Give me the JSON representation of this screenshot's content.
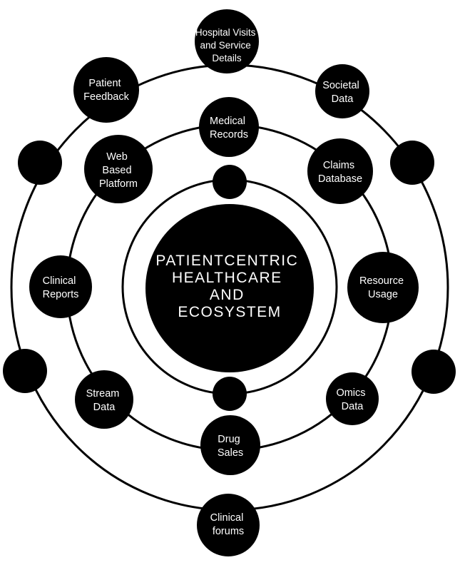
{
  "colors": {
    "node_fill": "#000000",
    "ring_stroke": "#000000",
    "label_text": "#ffffff",
    "background": "#ffffff"
  },
  "center": {
    "lines": [
      "PATIENTCENTRIC",
      "HEALTHCARE",
      "AND",
      "ECOSYSTEM"
    ]
  },
  "outer_ring": {
    "hospital_visits": [
      "Hospital Visits",
      "and Service",
      "Details"
    ],
    "patient_feedback": [
      "Patient",
      "Feedback"
    ],
    "societal_data": [
      "Societal",
      "Data"
    ],
    "clinical_forums": [
      "Clinical",
      "forums"
    ]
  },
  "middle_ring": {
    "medical_records": [
      "Medical",
      "Records"
    ],
    "web_based_platform": [
      "Web",
      "Based",
      "Platform"
    ],
    "claims_database": [
      "Claims",
      "Database"
    ],
    "clinical_reports": [
      "Clinical",
      "Reports"
    ],
    "resource_usage": [
      "Resource",
      "Usage"
    ],
    "stream_data": [
      "Stream",
      "Data"
    ],
    "omics_data": [
      "Omics",
      "Data"
    ],
    "drug_sales": [
      "Drug",
      "Sales"
    ]
  }
}
